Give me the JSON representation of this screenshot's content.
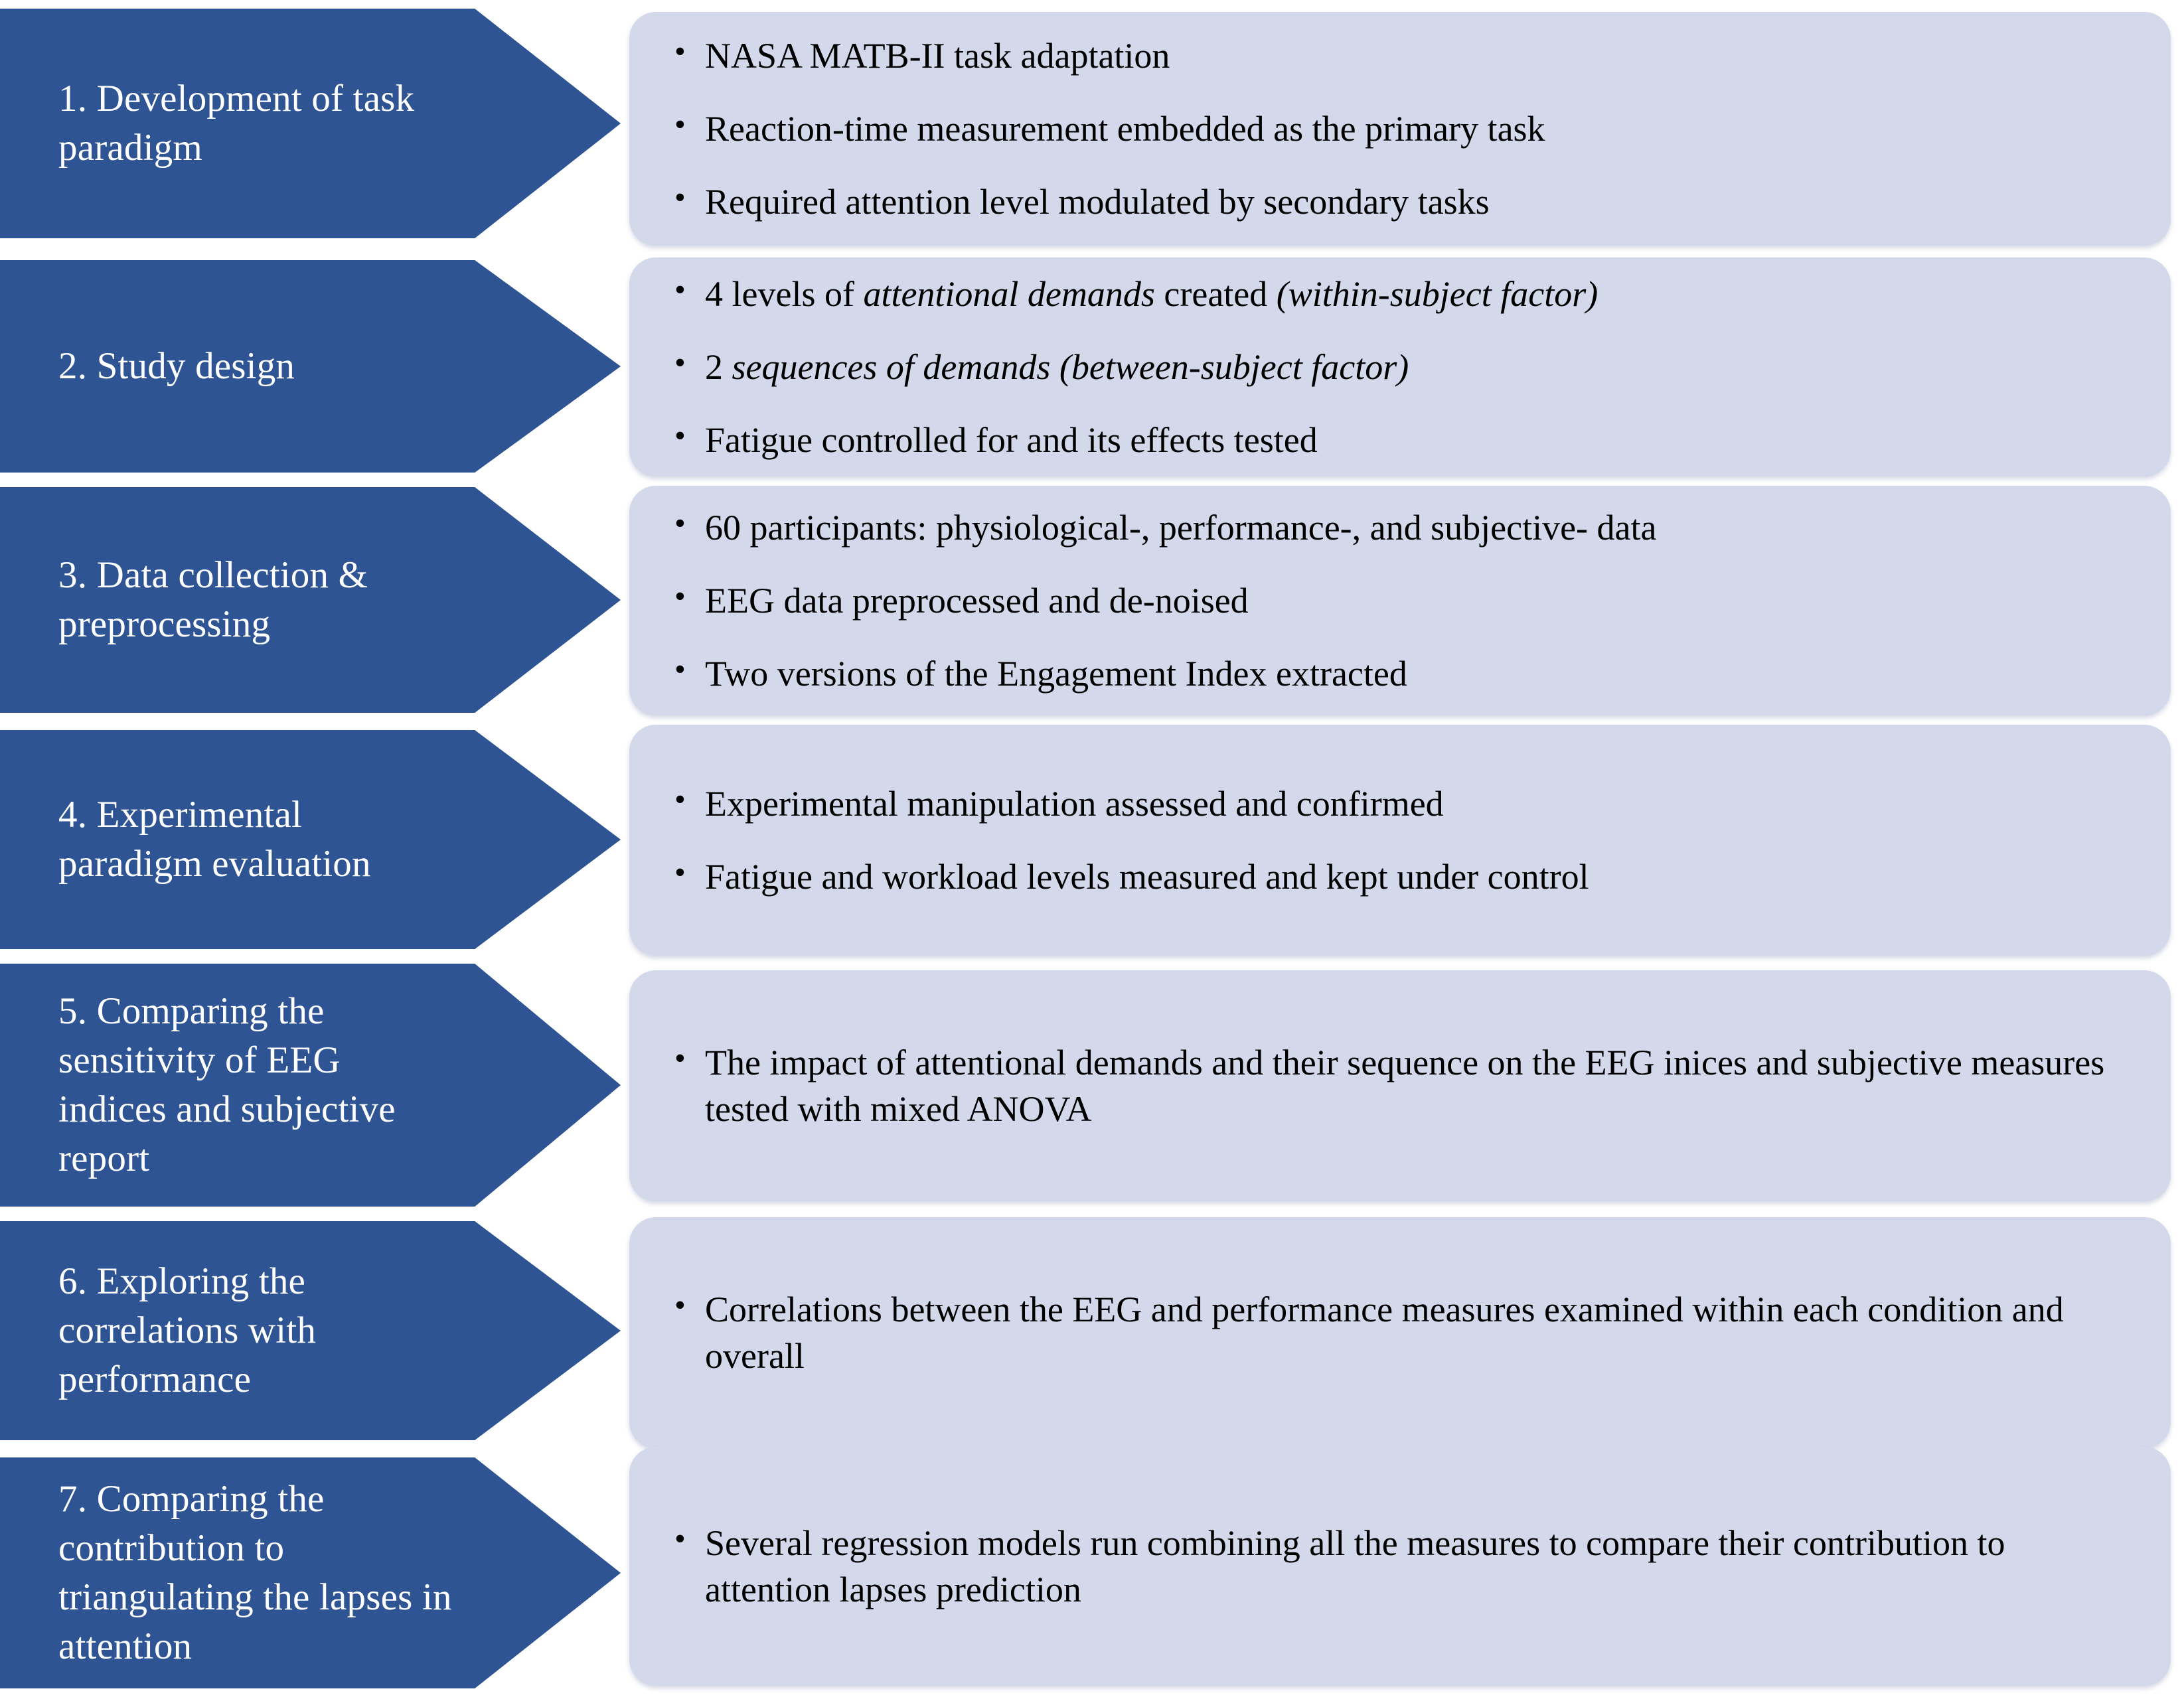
{
  "theme": {
    "arrow_color": "#2E5494",
    "panel_color": "#D3D8EA",
    "arrow_text_color": "#FFFFFF",
    "panel_text_color": "#000000",
    "background": "#FFFFFF"
  },
  "diagram": {
    "type": "process-flow",
    "orientation": "vertical",
    "step_count": 7,
    "steps": [
      {
        "label": "1. Development of task paradigm",
        "bullets": [
          {
            "text": "NASA MATB-II task adaptation"
          },
          {
            "text": "Reaction-time measurement embedded as the primary task"
          },
          {
            "text": "Required attention level modulated by secondary tasks"
          }
        ]
      },
      {
        "label": "2. Study design",
        "bullets": [
          {
            "pre": "4 levels of ",
            "em": "attentional demands",
            "mid": " created ",
            "em2": "(within-subject factor)"
          },
          {
            "pre": "2 ",
            "em": "sequences of demands (between-subject factor)"
          },
          {
            "text": "Fatigue controlled for and its effects tested"
          }
        ]
      },
      {
        "label": "3. Data collection & preprocessing",
        "bullets": [
          {
            "text": "60 participants: physiological-, performance-, and subjective- data"
          },
          {
            "text": "EEG data preprocessed and de-noised"
          },
          {
            "text": "Two versions of the Engagement Index extracted"
          }
        ]
      },
      {
        "label": "4. Experimental paradigm evaluation",
        "bullets": [
          {
            "text": "Experimental manipulation assessed and confirmed"
          },
          {
            "text": "Fatigue and workload levels measured and kept under control"
          }
        ]
      },
      {
        "label": "5. Comparing the sensitivity of EEG indices and subjective report",
        "bullets": [
          {
            "text": "The impact of attentional demands and their sequence on the EEG inices and subjective measures tested with mixed ANOVA"
          }
        ]
      },
      {
        "label": "6. Exploring the correlations with performance",
        "bullets": [
          {
            "text": "Correlations between the EEG and performance measures examined within each condition and overall"
          }
        ]
      },
      {
        "label": "7. Comparing the contribution to triangulating the lapses in attention",
        "bullets": [
          {
            "text": "Several regression models run combining all the measures to compare their contribution to attention lapses prediction"
          }
        ]
      }
    ]
  }
}
